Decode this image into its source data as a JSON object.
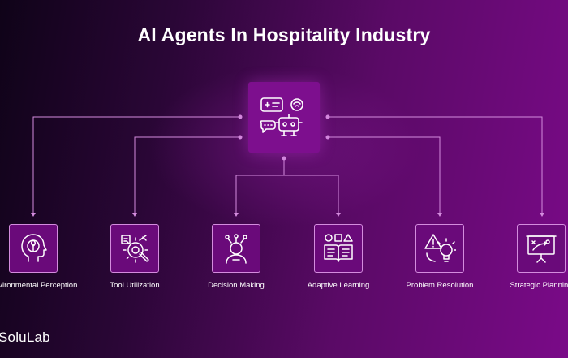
{
  "title": "AI Agents In Hospitality Industry",
  "hub": {
    "icon": "ai-robot-chat-icon"
  },
  "nodes": [
    {
      "label": "Environmental Perception",
      "icon": "head-leaf-icon"
    },
    {
      "label": "Tool Utilization",
      "icon": "gear-wrench-icon"
    },
    {
      "label": "Decision Making",
      "icon": "person-thinking-icon"
    },
    {
      "label": "Adaptive Learning",
      "icon": "open-book-shapes-icon"
    },
    {
      "label": "Problem Resolution",
      "icon": "warning-lightbulb-icon"
    },
    {
      "label": "Strategic Planning",
      "icon": "strategy-board-icon"
    }
  ],
  "brand": "SoluLab",
  "colors": {
    "background_start": "#0f0318",
    "background_end": "#7a0a88",
    "hub_fill": "#7d0f8e",
    "connector": "#d48cde"
  }
}
